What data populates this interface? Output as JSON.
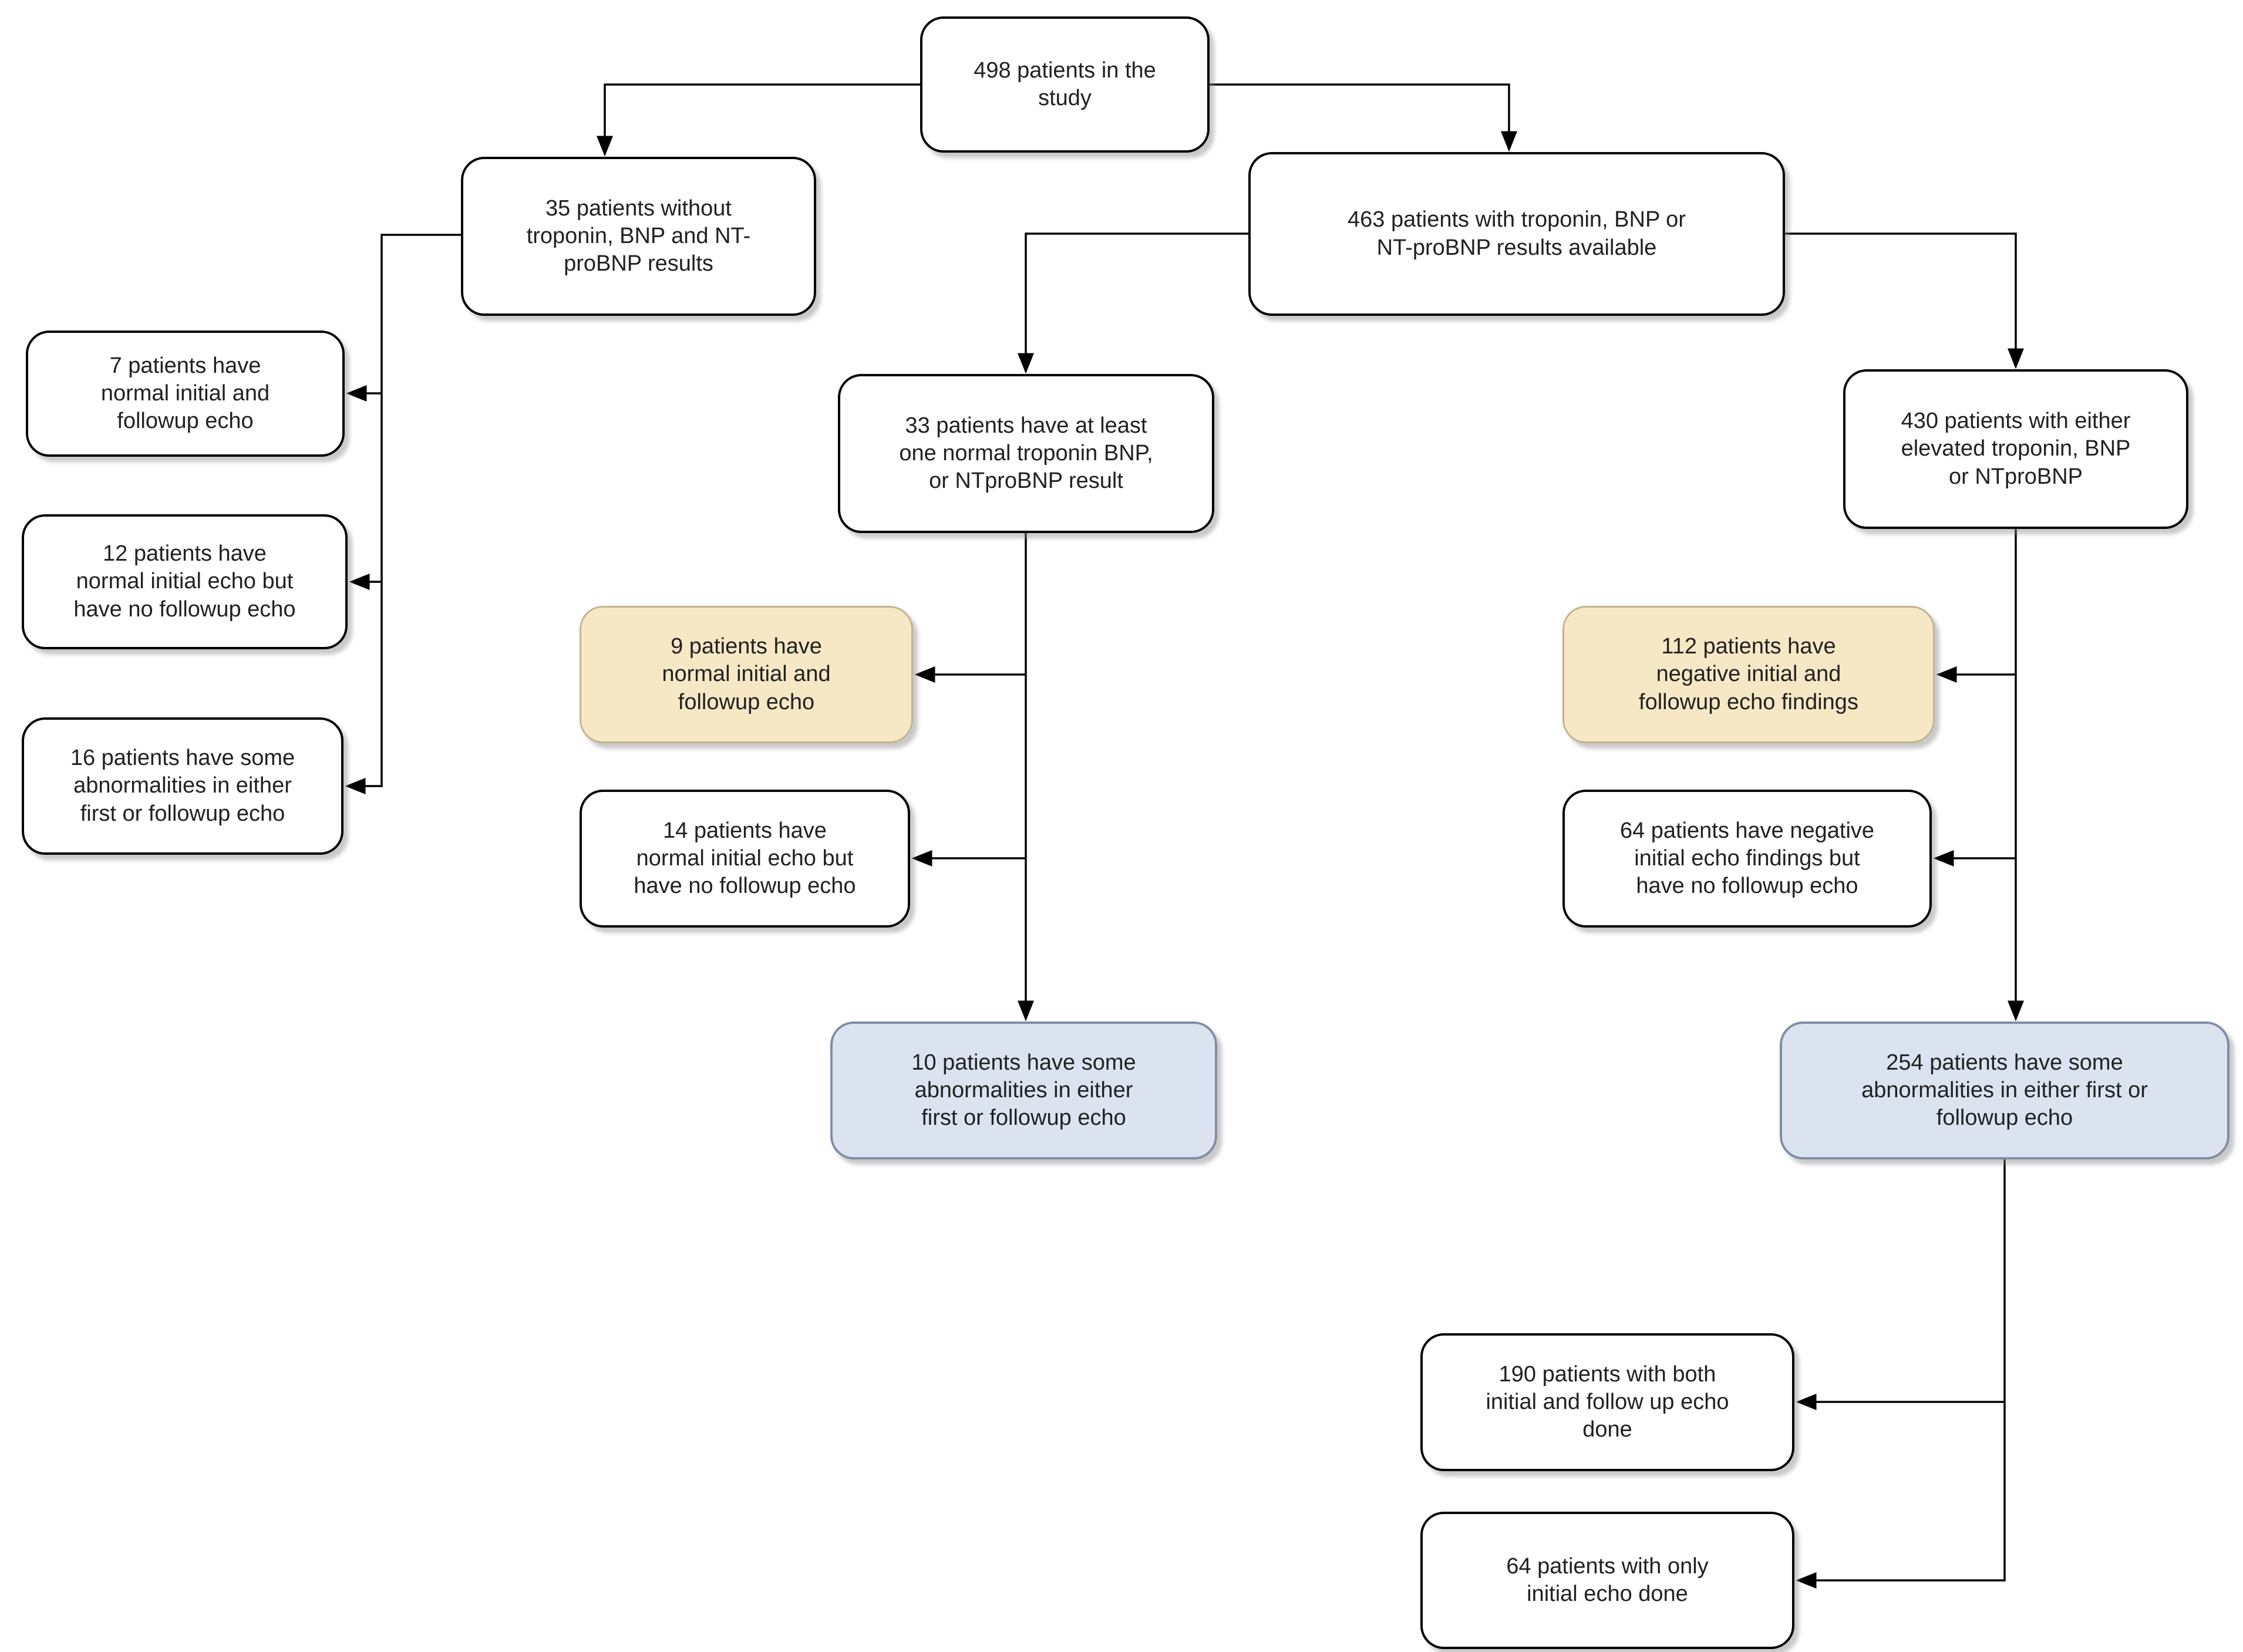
{
  "colors": {
    "background": "#ffffff",
    "box_white_fill": "#ffffff",
    "box_white_border": "#000000",
    "box_yellow_fill": "#F7E8C5",
    "box_yellow_border": "#C3B48F",
    "box_blue_fill": "#DBE3F1",
    "box_blue_border": "#7E8FA5",
    "line": "#000000",
    "text": "#212121"
  },
  "nodes": [
    {
      "id": "n498",
      "style": "white",
      "text": "498 patients in the\nstudy"
    },
    {
      "id": "n35",
      "style": "white",
      "text": "35 patients without\ntroponin, BNP and NT-\nproBNP results"
    },
    {
      "id": "n463",
      "style": "white",
      "text": "463 patients with troponin, BNP or\nNT-proBNP results available"
    },
    {
      "id": "n7",
      "style": "white",
      "text": "7 patients have\nnormal initial and\nfollowup echo"
    },
    {
      "id": "n12",
      "style": "white",
      "text": "12 patients have\nnormal initial echo but\nhave no followup echo"
    },
    {
      "id": "n16",
      "style": "white",
      "text": "16 patients have some\nabnormalities in either\nfirst or followup echo"
    },
    {
      "id": "n33",
      "style": "white",
      "text": "33 patients have at least\none normal troponin BNP,\nor NTproBNP result"
    },
    {
      "id": "n9",
      "style": "yellow",
      "text": "9 patients have\nnormal initial and\nfollowup echo"
    },
    {
      "id": "n14",
      "style": "white",
      "text": "14 patients have\nnormal initial echo but\nhave no followup echo"
    },
    {
      "id": "n10",
      "style": "blue",
      "text": "10 patients have some\nabnormalities in either\nfirst or followup echo"
    },
    {
      "id": "n430",
      "style": "white",
      "text": "430 patients with either\nelevated troponin, BNP\nor NTproBNP"
    },
    {
      "id": "n112",
      "style": "yellow",
      "text": "112 patients have\nnegative initial and\nfollowup echo findings"
    },
    {
      "id": "n64",
      "style": "white",
      "text": "64 patients have negative\ninitial echo findings but\nhave no followup echo"
    },
    {
      "id": "n254",
      "style": "blue",
      "text": "254 patients have some\nabnormalities in either first or\nfollowup echo"
    },
    {
      "id": "n190",
      "style": "white",
      "text": "190 patients with both\ninitial and follow up echo\ndone"
    },
    {
      "id": "n64b",
      "style": "white",
      "text": "64 patients with only\ninitial echo done"
    }
  ],
  "edges": [
    {
      "from": "n498",
      "to": "n35"
    },
    {
      "from": "n498",
      "to": "n463"
    },
    {
      "from": "n35",
      "to": "n7"
    },
    {
      "from": "n35",
      "to": "n12"
    },
    {
      "from": "n35",
      "to": "n16"
    },
    {
      "from": "n463",
      "to": "n33"
    },
    {
      "from": "n463",
      "to": "n430"
    },
    {
      "from": "n33",
      "to": "n9"
    },
    {
      "from": "n33",
      "to": "n14"
    },
    {
      "from": "n33",
      "to": "n10"
    },
    {
      "from": "n430",
      "to": "n112"
    },
    {
      "from": "n430",
      "to": "n64"
    },
    {
      "from": "n430",
      "to": "n254"
    },
    {
      "from": "n254",
      "to": "n190"
    },
    {
      "from": "n254",
      "to": "n64b"
    }
  ]
}
